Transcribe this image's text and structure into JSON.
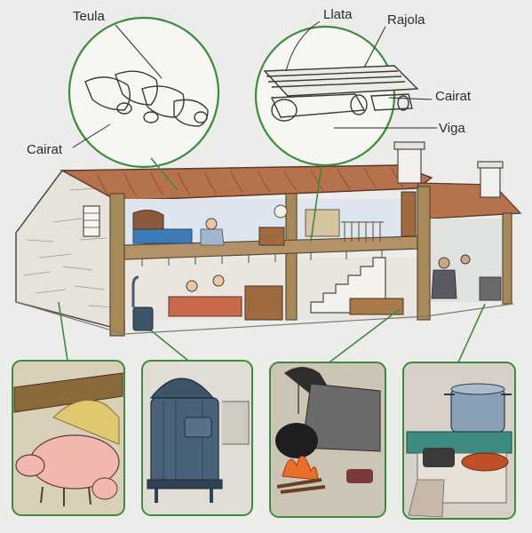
{
  "labels": {
    "teula": "Teula",
    "cairat_left": "Cairat",
    "llata": "Llata",
    "rajola": "Rajola",
    "cairat_right": "Cairat",
    "viga": "Viga"
  },
  "colors": {
    "background": "#ecedea",
    "callout_green": "#3e8a3e",
    "roof_tile": "#b5724c",
    "timber": "#a88a5a",
    "stone_wall": "#e3e0d8"
  },
  "icons": {
    "panel1": "pig-icon",
    "panel2": "stove-icon",
    "panel3": "cauldron-fire-icon",
    "panel4": "cooking-pot-icon"
  }
}
